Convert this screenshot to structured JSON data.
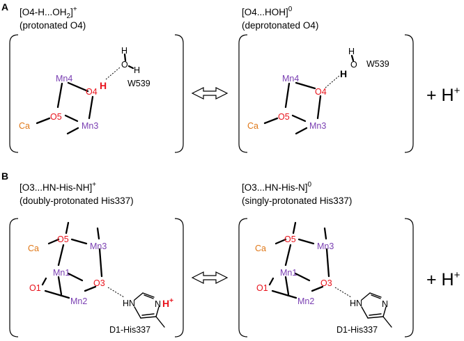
{
  "panel_a": {
    "letter": "A",
    "left": {
      "title_main": "[O4-H...OH",
      "title_sub": "2",
      "title_close": "]",
      "title_sup": "+",
      "subtitle": "(protonated O4)",
      "atoms": {
        "mn4": "Mn4",
        "mn3": "Mn3",
        "o4": "O4",
        "o5": "O5",
        "ca": "Ca",
        "h_red": "H",
        "w_o": "O",
        "w_h1": "H",
        "w_h2": "H",
        "water": "W539"
      }
    },
    "right": {
      "title_main": "[O4...HOH]",
      "title_sup": "0",
      "subtitle": "(deprotonated O4)",
      "atoms": {
        "mn4": "Mn4",
        "mn3": "Mn3",
        "o4": "O4",
        "o5": "O5",
        "ca": "Ca",
        "h_bold": "H",
        "w_o": "O",
        "w_h1": "H",
        "water": "W539"
      }
    },
    "hplus": "+ H",
    "hplus_sup": "+"
  },
  "panel_b": {
    "letter": "B",
    "left": {
      "title_main": "[O3...HN-His-NH]",
      "title_sup": "+",
      "subtitle": "(doubly-protonated His337)",
      "atoms": {
        "o5": "O5",
        "mn3": "Mn3",
        "ca": "Ca",
        "mn1": "Mn1",
        "o3": "O3",
        "o1": "O1",
        "mn2": "Mn2",
        "hn": "HN",
        "n": "N",
        "h_red": "H",
        "h_sup": "+",
        "residue": "D1-His337"
      }
    },
    "right": {
      "title_main": "[O3...HN-His-N]",
      "title_sup": "0",
      "subtitle": "(singly-protonated His337)",
      "atoms": {
        "o5": "O5",
        "mn3": "Mn3",
        "ca": "Ca",
        "mn1": "Mn1",
        "o3": "O3",
        "o1": "O1",
        "mn2": "Mn2",
        "hn": "HN",
        "n": "N",
        "residue": "D1-His337"
      }
    },
    "hplus": "+ H",
    "hplus_sup": "+"
  },
  "colors": {
    "manganese": "#7a3fb2",
    "oxygen": "#e8121b",
    "calcium": "#e07818",
    "text": "#000000"
  }
}
